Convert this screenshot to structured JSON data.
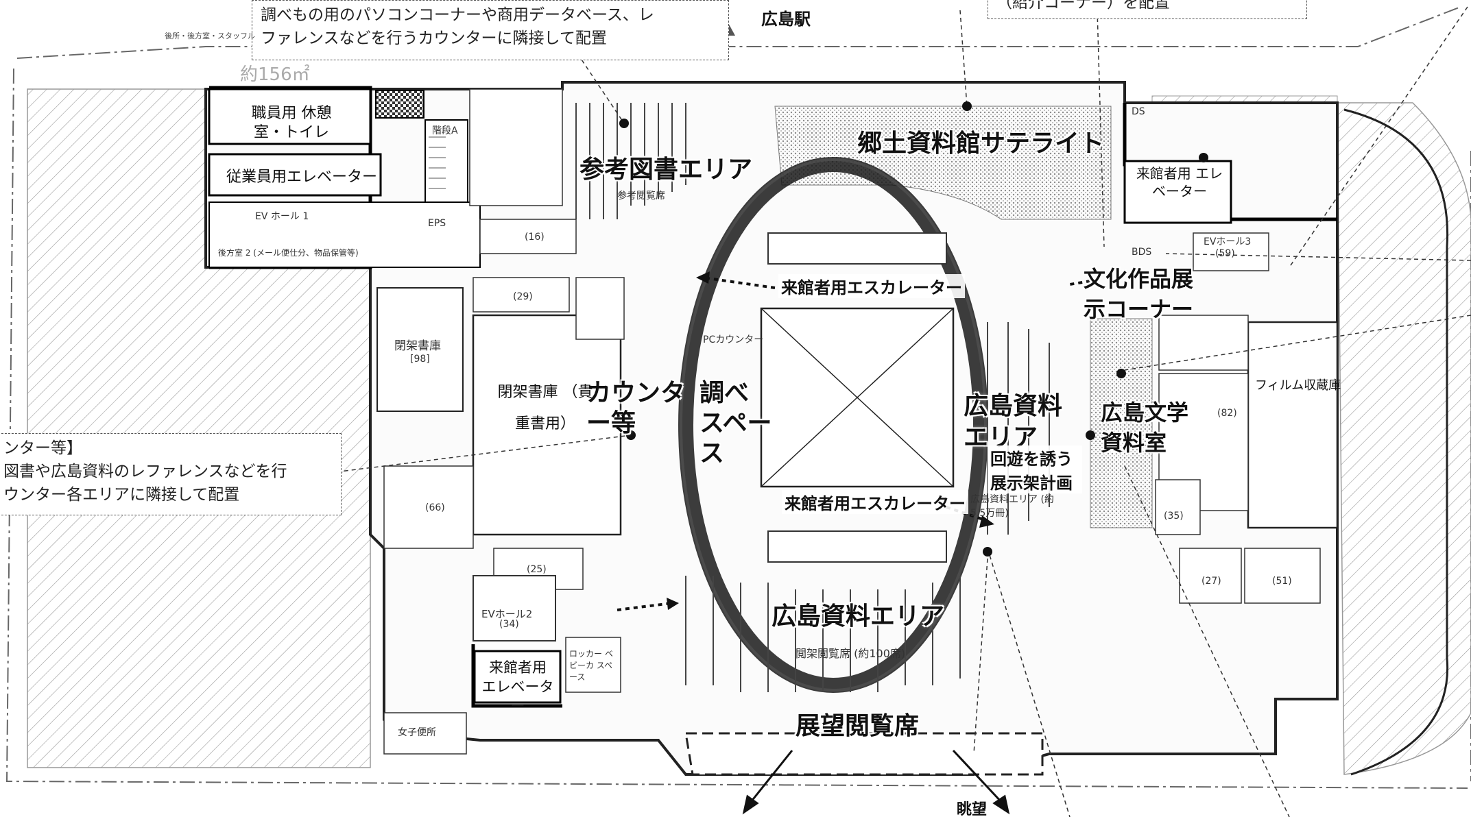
{
  "top": {
    "station": "広島駅",
    "staff_small": "後所・後方室・スタッフル"
  },
  "callouts": {
    "top_left_lines": [
      "調べもの用のパソコンコーナーや商用データベース、レ",
      "ファレンスなどを行うカウンターに隣接して配置"
    ],
    "top_right_line": "（紹介コーナー）を配置",
    "left_lines": [
      "ンター等】",
      "図書や広島資料のレファレンスなどを行",
      "ウンター各エリアに隣接して配置"
    ]
  },
  "area_labels": {
    "reference_area": "参考図書エリア",
    "satellite": "郷土資料館サテライト",
    "counter": "カウンター等",
    "research_space": "調べ スペース",
    "hiroshima_area_right": "広島資料エリア",
    "hiroshima_area_bottom": "広島資料エリア",
    "culture_corner": "文化作品展示コーナー",
    "literature_room": "広島文学資料室",
    "observation": "展望閲覧席",
    "tour_display": "回遊を誘う展示架計画",
    "escalator_top": "来館者用エスカレーター",
    "escalator_bottom": "来館者用エスカレーター"
  },
  "rooms": {
    "staff_break": "職員用 休憩室・トイレ",
    "staff_elevator": "従業員用エレベーター",
    "visitor_elevator_top": "来館者用 エレベーター",
    "visitor_elevator_bottom": "来館者用 エレベーター",
    "closed_stack_valuable": "閉架書庫 （貴重書用）",
    "film_storage": "フィルム収蔵庫",
    "closed_stack_small": "閉架書庫",
    "closed_stack_count": "[98]",
    "ev_hall_2": "EVホール2",
    "ev_hall_2_count": "(34)",
    "ev_hall_1": "EV ホール 1",
    "ev_hall_3": "EVホール3",
    "ev_hall_3_count": "(59)",
    "storage_25": "(25)",
    "storage_35": "(35)",
    "storage_27": "(27)",
    "storage_51": "(51)",
    "storage_16": "(16)",
    "storage_29": "(29)",
    "storage_66": "(66)",
    "storage_82": "(82)",
    "locker": "ロッカー ベビーカ スペース",
    "staircase_a": "階段A",
    "eps": "EPS",
    "bds": "BDS",
    "ds": "DS",
    "closed_reading": "閲架閲覧席 (約100席)",
    "hiroshima_books": "広島資料エリア (約5.5万冊)",
    "reference_seats": "参考閲覧席",
    "pc_counter": "PCカウンター",
    "area_156": "約156㎡",
    "view": "眺望",
    "toilet_bottom": "女子便所",
    "back_room": "後方室 2 (メール便仕分、物品保管等)"
  }
}
